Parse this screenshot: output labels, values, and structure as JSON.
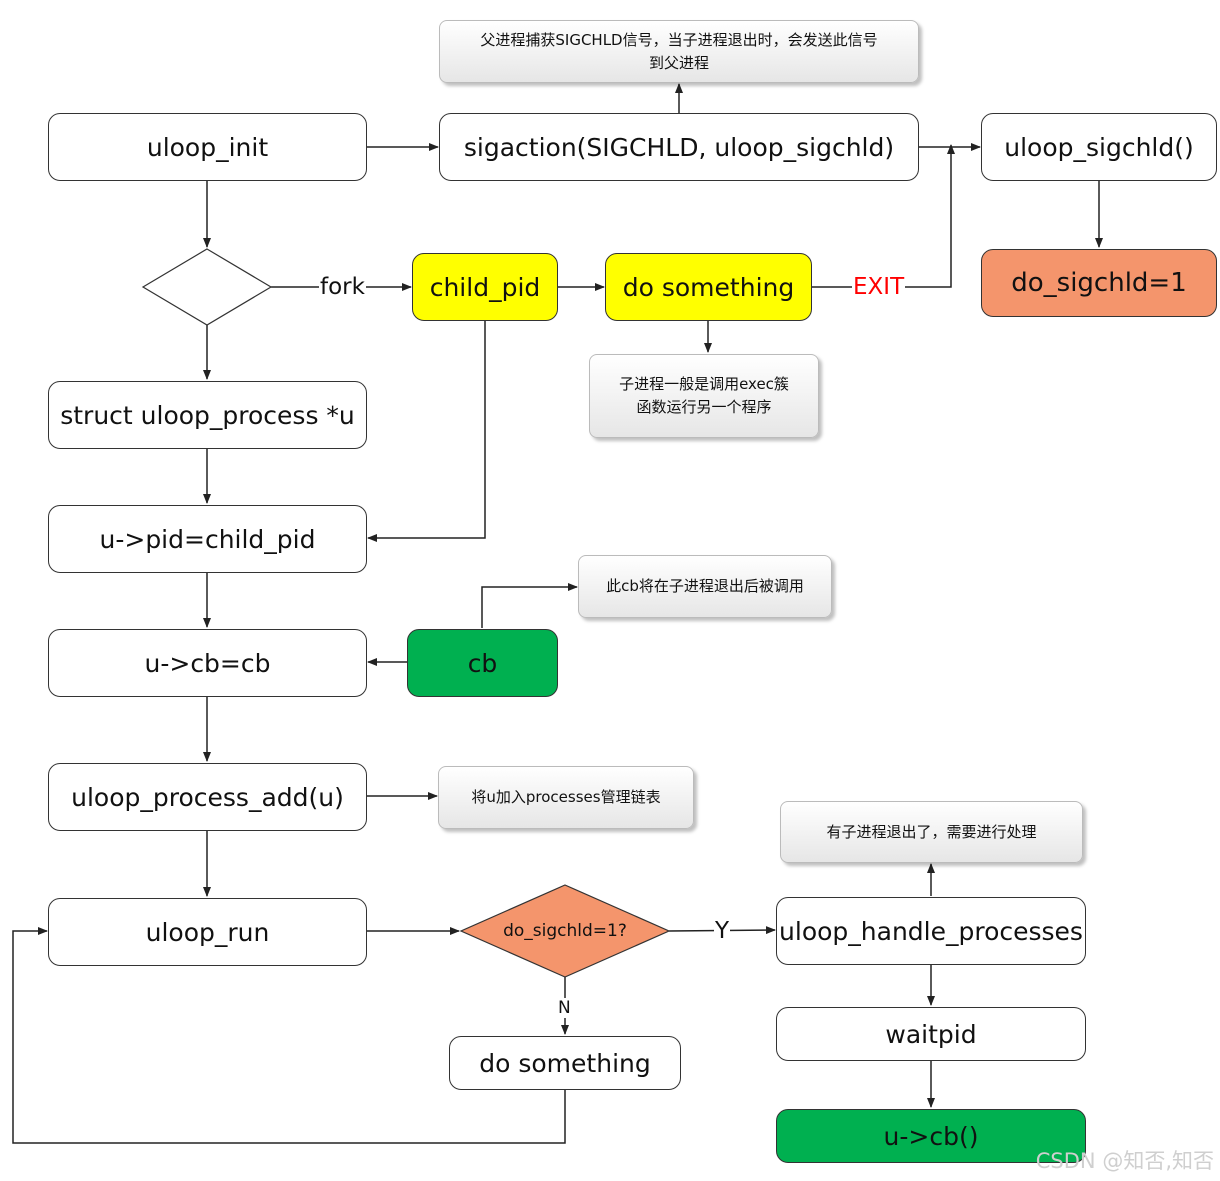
{
  "nodes": {
    "uloop_init": "uloop_init",
    "sigaction": "sigaction(SIGCHLD, uloop_sigchld)",
    "uloop_sigchld": "uloop_sigchld()",
    "do_sigchld_set": "do_sigchld=1",
    "child_pid": "child_pid",
    "do_something_child": "do something",
    "struct_process": "struct uloop_process *u",
    "pid_assign": "u->pid=child_pid",
    "cb_assign": "u->cb=cb",
    "cb": "cb",
    "process_add": "uloop_process_add(u)",
    "uloop_run": "uloop_run",
    "check_sigchld": "do_sigchld=1?",
    "handle_processes": "uloop_handle_processes",
    "waitpid": "waitpid",
    "do_something_loop": "do something",
    "cb_call": "u->cb()"
  },
  "notes": {
    "sigchld_note_line1": "父进程捕获SIGCHLD信号，当子进程退出时，会发送此信号",
    "sigchld_note_line2": "到父进程",
    "exec_note_line1": "子进程一般是调用exec簇",
    "exec_note_line2": "函数运行另一个程序",
    "cb_note": "此cb将在子进程退出后被调用",
    "add_note": "将u加入processes管理链表",
    "handle_note": "有子进程退出了，需要进行处理"
  },
  "edge_labels": {
    "fork": "fork",
    "exit": "EXIT",
    "yes": "Y",
    "no": "N"
  },
  "colors": {
    "yellow": "#ffff00",
    "orange": "#f4956c",
    "green": "#00b050",
    "exit_label": "#ff0000"
  },
  "watermark": "CSDN @知否,知否"
}
